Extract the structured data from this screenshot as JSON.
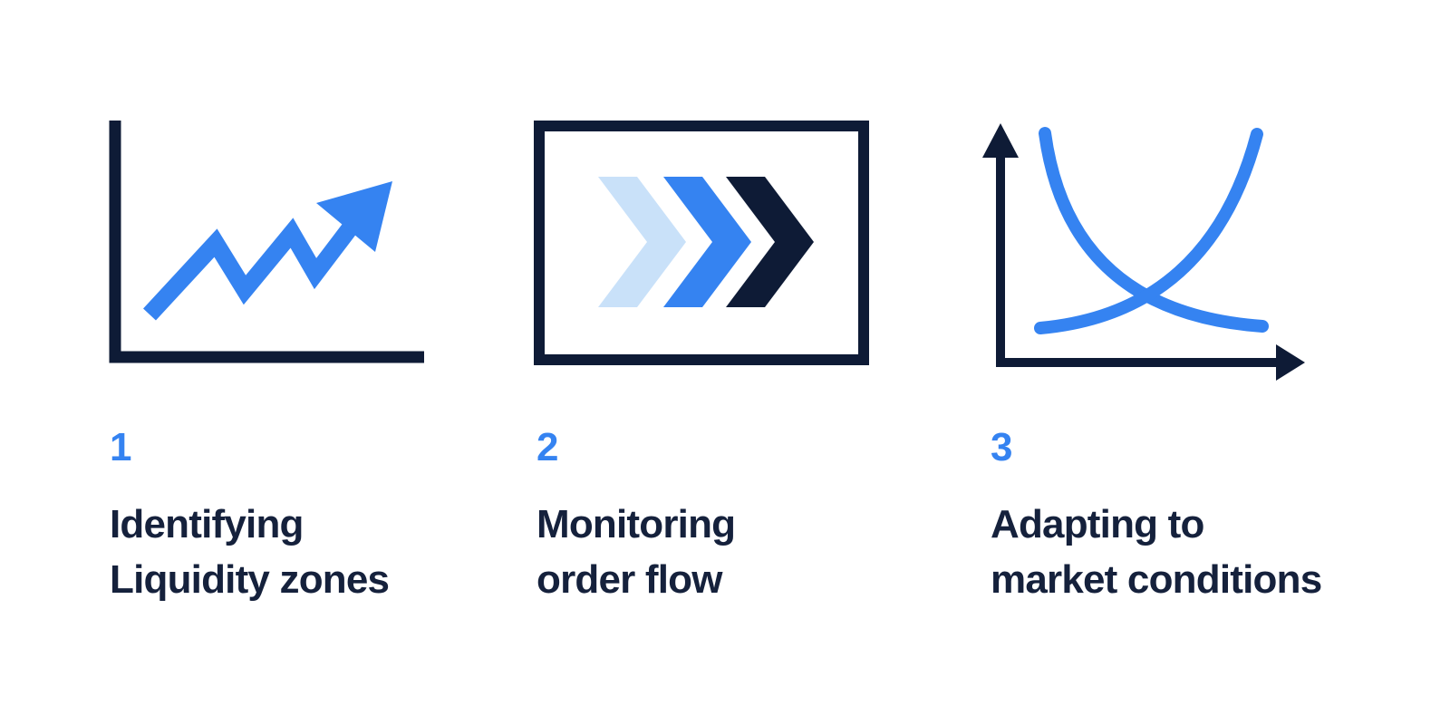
{
  "colors": {
    "background": "#ffffff",
    "blue": "#3583f1",
    "light_blue": "#c9e1f9",
    "navy": "#0e1b36",
    "text": "#15213c"
  },
  "steps": [
    {
      "number": "1",
      "title": "Identifying\nLiquidity zones",
      "icon": "rising-trend-chart"
    },
    {
      "number": "2",
      "title": "Monitoring\norder flow",
      "icon": "triple-chevron-forward"
    },
    {
      "number": "3",
      "title": "Adapting to\nmarket conditions",
      "icon": "supply-demand-curves"
    }
  ]
}
